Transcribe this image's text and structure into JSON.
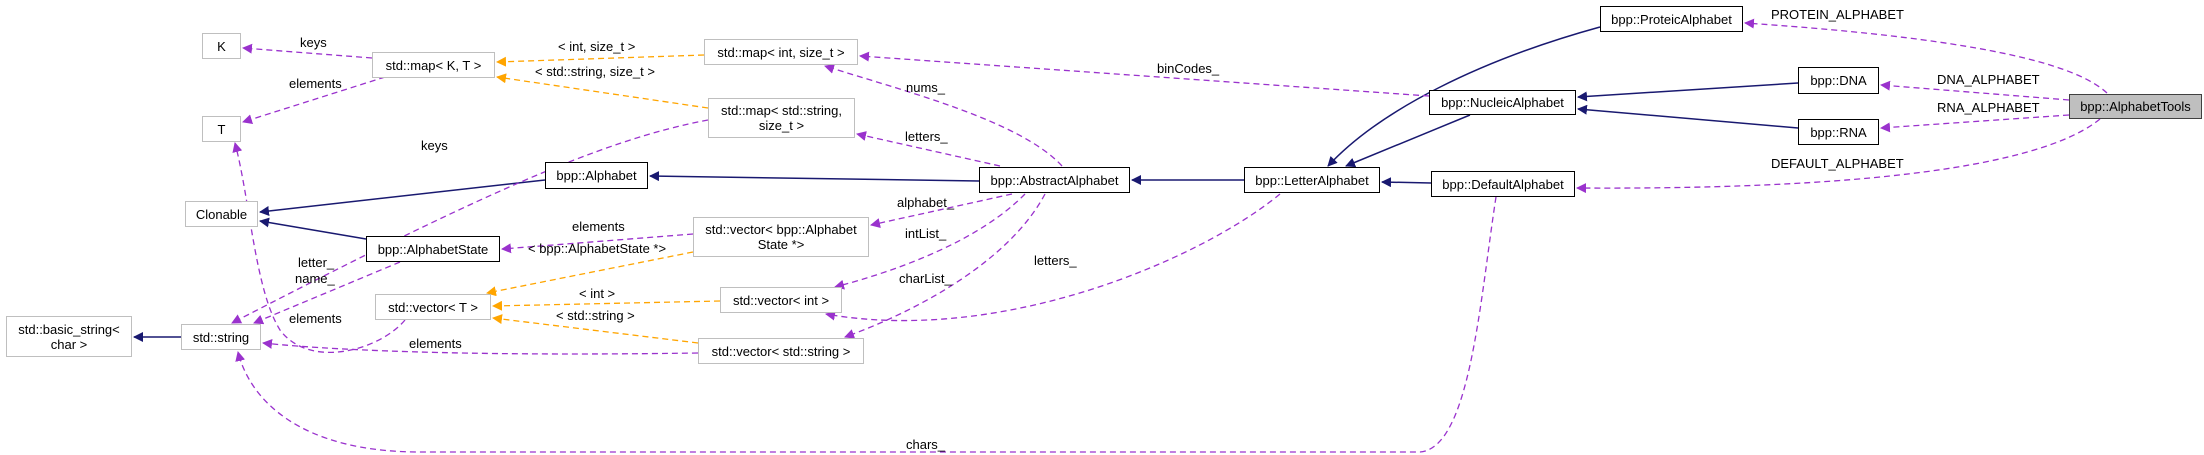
{
  "colors": {
    "inheritance": "#191970",
    "usage": "#9a32cd",
    "template": "#ffa500",
    "current_node": "#bfbfbf"
  },
  "nodes": {
    "K": "K",
    "map_kt": "std::map< K, T >",
    "map_int": "std::map< int, size_t >",
    "T": "T",
    "map_str": "std::map< std::string, size_t >",
    "alphabet": "bpp::Alphabet",
    "abstract": "bpp::AbstractAlphabet",
    "clonable": "Clonable",
    "alphabet_state": "bpp::AlphabetState",
    "vec_state": "std::vector< bpp::Alphabet State *>",
    "vec_t": "std::vector< T >",
    "vec_int": "std::vector< int >",
    "basic_string": "std::basic_string< char >",
    "string": "std::string",
    "vec_str": "std::vector< std::string >",
    "proteic": "bpp::ProteicAlphabet",
    "nucleic": "bpp::NucleicAlphabet",
    "dna": "bpp::DNA",
    "rna": "bpp::RNA",
    "tools": "bpp::AlphabetTools",
    "letter": "bpp::LetterAlphabet",
    "default": "bpp::DefaultAlphabet"
  },
  "labels": {
    "keys1": "keys",
    "elements1": "elements",
    "tpl_int_size": "< int, size_t >",
    "tpl_str_size": "< std::string, size_t >",
    "nums": "nums_",
    "letters1": "letters_",
    "keys2": "keys",
    "alphabet": "alphabet_",
    "elements2": "elements",
    "tpl_state": "< bpp::AlphabetState *>",
    "intlist": "intList_",
    "letter": "letter_",
    "name": "name_",
    "letters2": "letters_",
    "charlist": "charList_",
    "tpl_int": "< int >",
    "tpl_str": "< std::string >",
    "elements3": "elements",
    "elements4": "elements",
    "chars": "chars_",
    "bincodes": "binCodes_",
    "protein": "PROTEIN_ALPHABET",
    "dna": "DNA_ALPHABET",
    "rna": "RNA_ALPHABET",
    "default": "DEFAULT_ALPHABET"
  }
}
